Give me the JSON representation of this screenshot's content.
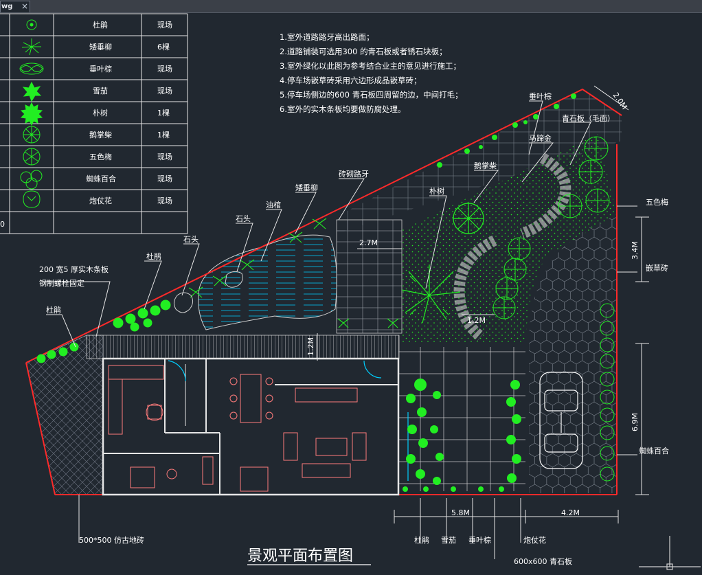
{
  "tab": {
    "label": "wg",
    "close": "×"
  },
  "legend": {
    "rows": [
      {
        "icon": "dujuan-plant-icon",
        "name": "杜鹃",
        "qty": "现场"
      },
      {
        "icon": "aichuiliu-plant-icon",
        "name": "矮垂柳",
        "qty": "6棵"
      },
      {
        "icon": "chuiyezong-plant-icon",
        "name": "垂叶棕",
        "qty": "现场"
      },
      {
        "icon": "xuejia-plant-icon",
        "name": "雪茄",
        "qty": "现场"
      },
      {
        "icon": "pushu-plant-icon",
        "name": "朴树",
        "qty": "1棵"
      },
      {
        "icon": "ezhangchai-plant-icon",
        "name": "鹅掌柴",
        "qty": "1棵"
      },
      {
        "icon": "wuseimei-plant-icon",
        "name": "五色梅",
        "qty": "现场"
      },
      {
        "icon": "zhizhubaihe-plant-icon",
        "name": "蜘蛛百合",
        "qty": "现场"
      },
      {
        "icon": "paozhanghua-plant-icon",
        "name": "炮仗花",
        "qty": "现场"
      }
    ],
    "last_row_fragment": "0"
  },
  "notes": [
    "1.室外道路路牙高出路面；",
    "2.道路铺装可选用300  的青石板或者锈石块板；",
    "3.室外绿化以此图为参考结合业主的意见进行施工；",
    "4.停车场嵌草砖采用六边形成品嵌草砖；",
    "5.停车场侧边的600  青石板四周留的边，中间打毛；",
    "6.室外的实木条板均要做防腐处理。"
  ],
  "labels": {
    "chuiyezong_top": "垂叶棕",
    "qingshiban_msm": "青石板（毛面）",
    "mati_jin": "马蹄金",
    "ezhangchai": "鹅掌柴",
    "pushu": "朴树",
    "zhuanqi_luya": "砖砌路牙",
    "aichuiliu": "矮垂柳",
    "youguan": "油棺",
    "shitou_1": "石头",
    "shitou_2": "石头",
    "dujuan_1": "杜鹃",
    "dujuan_2": "杜鹃",
    "wood_board_1": "200 宽5 厚实木条板",
    "wood_board_2": "钢制螺栓固定",
    "wuseimei": "五色梅",
    "qiancaozhuan": "嵌草砖",
    "zhizhubaihe": "蜘蛛百合",
    "fanggu_tile": "500*500  仿古地砖",
    "dujuan_b": "杜鹃",
    "xuejia_b": "雪茄",
    "chuiyezong_b": "垂叶棕",
    "paozhanghua_b": "炮仗花",
    "qingshiban_600": "600x600  青石板",
    "title": "景观平面布置图"
  },
  "dims": {
    "d_2m": "2.0M",
    "d_27m": "2.7M",
    "d_34m": "3.4M",
    "d_12m_a": "1.2M",
    "d_12m_b": "1.2M",
    "d_69m": "6.9M",
    "d_58m": "5.8M",
    "d_42m": "4.2M"
  },
  "colors": {
    "background": "#212830",
    "boundary": "#ff2a2a",
    "plants": "#22ee22",
    "structure": "#e6e6e6",
    "furniture": "#ff7b7b",
    "water": "#00cfff",
    "annotation_text": "#ffffff"
  }
}
